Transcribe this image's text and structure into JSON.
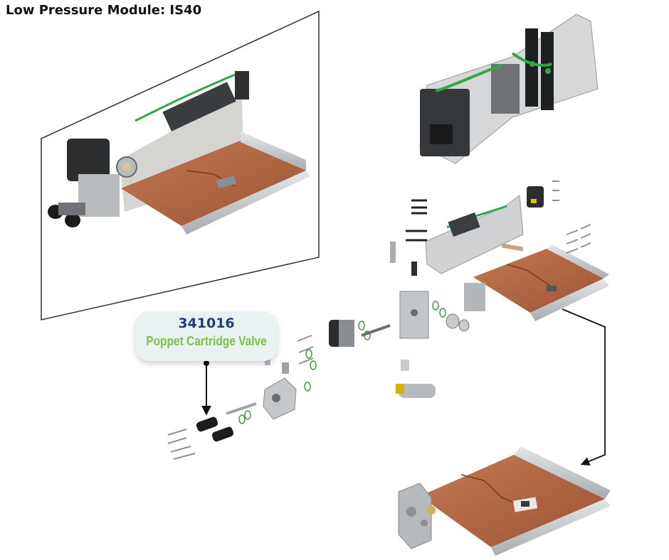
{
  "title": "Low Pressure Module: IS40",
  "callout": {
    "part_number": "341016",
    "part_name": "Poppet Cartridge Valve"
  },
  "colors": {
    "plate_copper": "#b66a44",
    "rail_aluminum": "#c9cccf",
    "green_wire": "#2fa84a",
    "part_number_blue": "#1f3f7a",
    "part_name_green": "#7cc242"
  }
}
